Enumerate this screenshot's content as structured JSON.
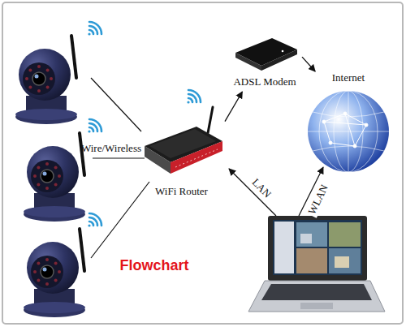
{
  "diagram": {
    "nodes": [
      {
        "text": [
          "WiFi Router"
        ]
      },
      {
        "text": [
          "ADSL Modem"
        ]
      },
      {
        "text": [
          "Internet"
        ]
      }
    ],
    "edges": [
      {
        "from": 0,
        "to": 1,
        "arrow": "to"
      },
      {
        "from": 1,
        "to": 2,
        "arrow": "to"
      }
    ],
    "labels": [
      "Wire/Wireless",
      "LAN",
      "WLAN",
      "Flowchart"
    ]
  }
}
